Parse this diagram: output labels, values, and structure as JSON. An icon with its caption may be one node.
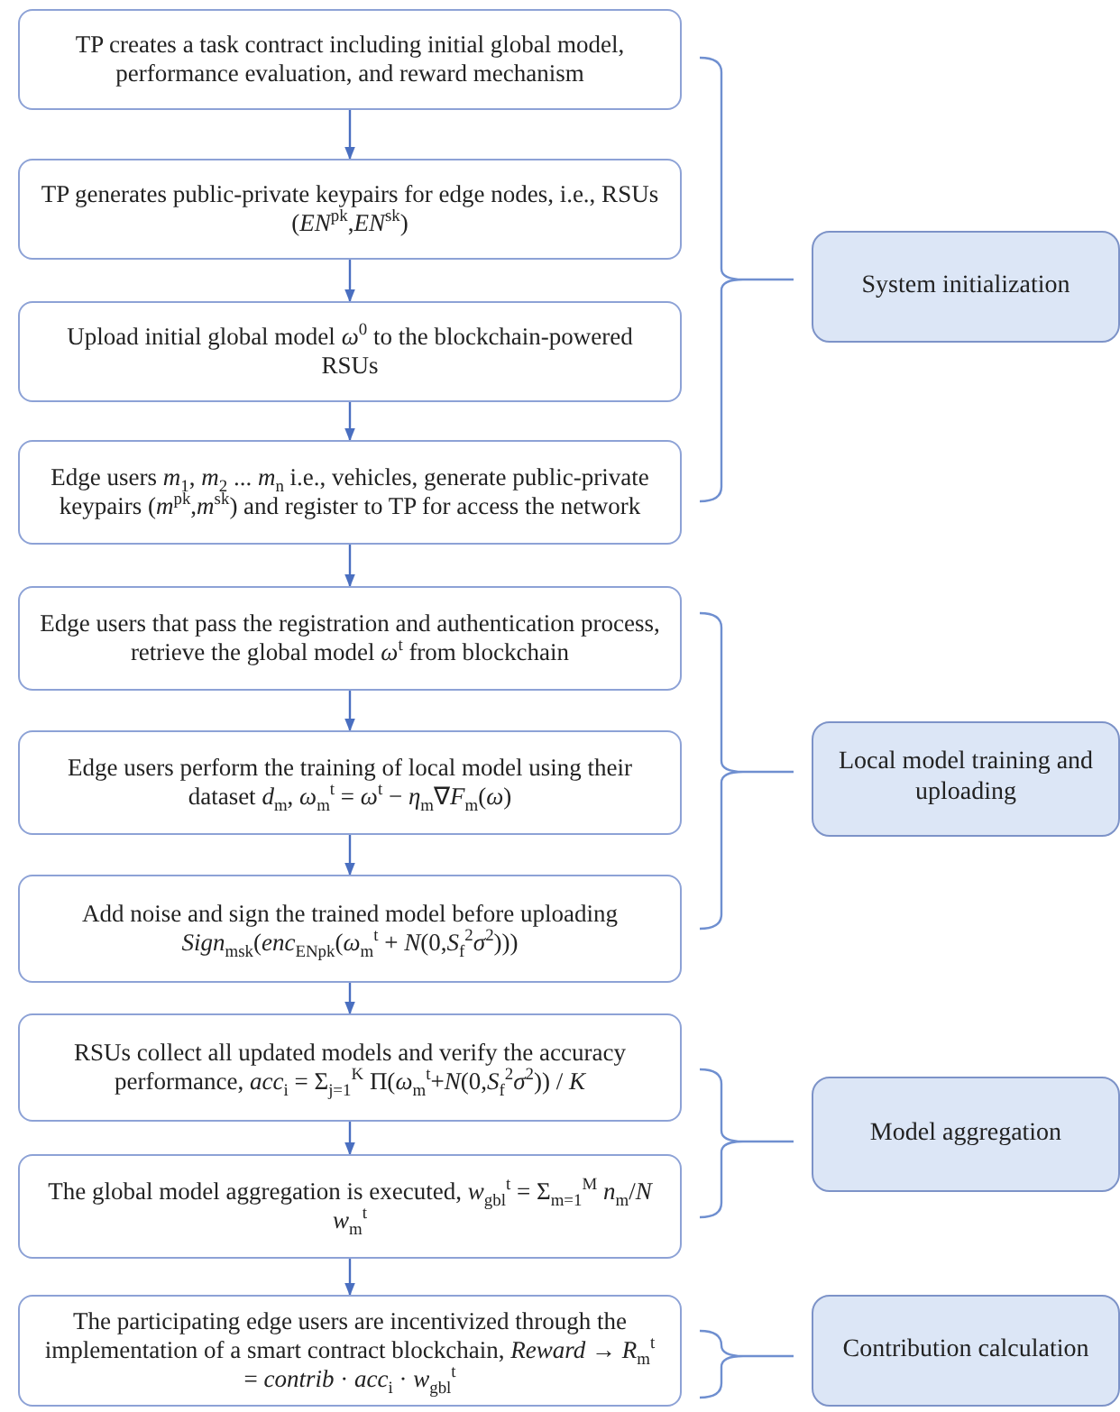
{
  "diagram": {
    "nodes": [
      {
        "text": [
          "TP creates a task contract including initial global model, performance evaluation, and reward mechanism"
        ]
      },
      {
        "text": [
          "TP generates public-private keypairs for edge nodes, i.e., RSUs (*EN*$^{pk}$,*EN*$^{sk}$)"
        ]
      },
      {
        "text": [
          "Upload initial global model *ω*$^{0}$ to the blockchain-powered RSUs"
        ]
      },
      {
        "text": [
          "Edge users *m*$_{1}$, *m*$_{2}$ ... *m*$_{n}$ i.e., vehicles, generate public-private keypairs (*m*$^{pk}$,*m*$^{sk}$) and register to TP for access the network"
        ]
      },
      {
        "text": [
          "Edge users that pass the registration and authentication process, retrieve the global model *ω*$^{t}$ from blockchain"
        ]
      },
      {
        "text": [
          "Edge users perform the training of local model using their dataset *d*$_{m}$, *ω*$_{m}$$^{t}$ = *ω*$^{t}$ − *η*$_{m}$∇*F*$_{m}$(*ω*)"
        ]
      },
      {
        "text": [
          "Add noise and sign the trained model before uploading *Sign*$_{msk}$(*enc*$_{ENpk}$(*ω*$_{m}$$^{t}$ + *N*(0,*S*$_{f}$$^{2}$*σ*$^{2}$)))"
        ]
      },
      {
        "text": [
          "RSUs collect all updated models and verify the accuracy performance, *acc*$_{i}$ = Σ$_{j=1}$$^{K}$ Π(*ω*$_{m}$$^{t}$+*N*(0,*S*$_{f}$$^{2}$*σ*$^{2}$)) / *K*"
        ]
      },
      {
        "text": [
          "The global model aggregation is executed, *w*$_{gbl}$$^{t}$ = Σ$_{m=1}$$^{M}$ *n*$_{m}$/*N* *w*$_{m}$$^{t}$"
        ]
      },
      {
        "text": [
          "The participating edge users are incentivized through the implementation of a smart contract blockchain, *Reward* → *R*$_{m}$$^{t}$ = *contrib* · *acc*$_{i}$ · *w*$_{gbl}$$^{t}$"
        ]
      },
      {
        "text": [
          "System initialization"
        ]
      },
      {
        "text": [
          "Local model training and uploading"
        ]
      },
      {
        "text": [
          "Model aggregation"
        ]
      },
      {
        "text": [
          "Contribution calculation"
        ]
      }
    ],
    "edges": [
      {
        "from": 0,
        "to": 1,
        "arrow": "to"
      },
      {
        "from": 1,
        "to": 2,
        "arrow": "to"
      },
      {
        "from": 2,
        "to": 3,
        "arrow": "to"
      },
      {
        "from": 3,
        "to": 4,
        "arrow": "to"
      },
      {
        "from": 4,
        "to": 5,
        "arrow": "to"
      },
      {
        "from": 5,
        "to": 6,
        "arrow": "to"
      },
      {
        "from": 6,
        "to": 7,
        "arrow": "to"
      },
      {
        "from": 7,
        "to": 8,
        "arrow": "to"
      },
      {
        "from": 8,
        "to": 9,
        "arrow": "to"
      }
    ]
  }
}
